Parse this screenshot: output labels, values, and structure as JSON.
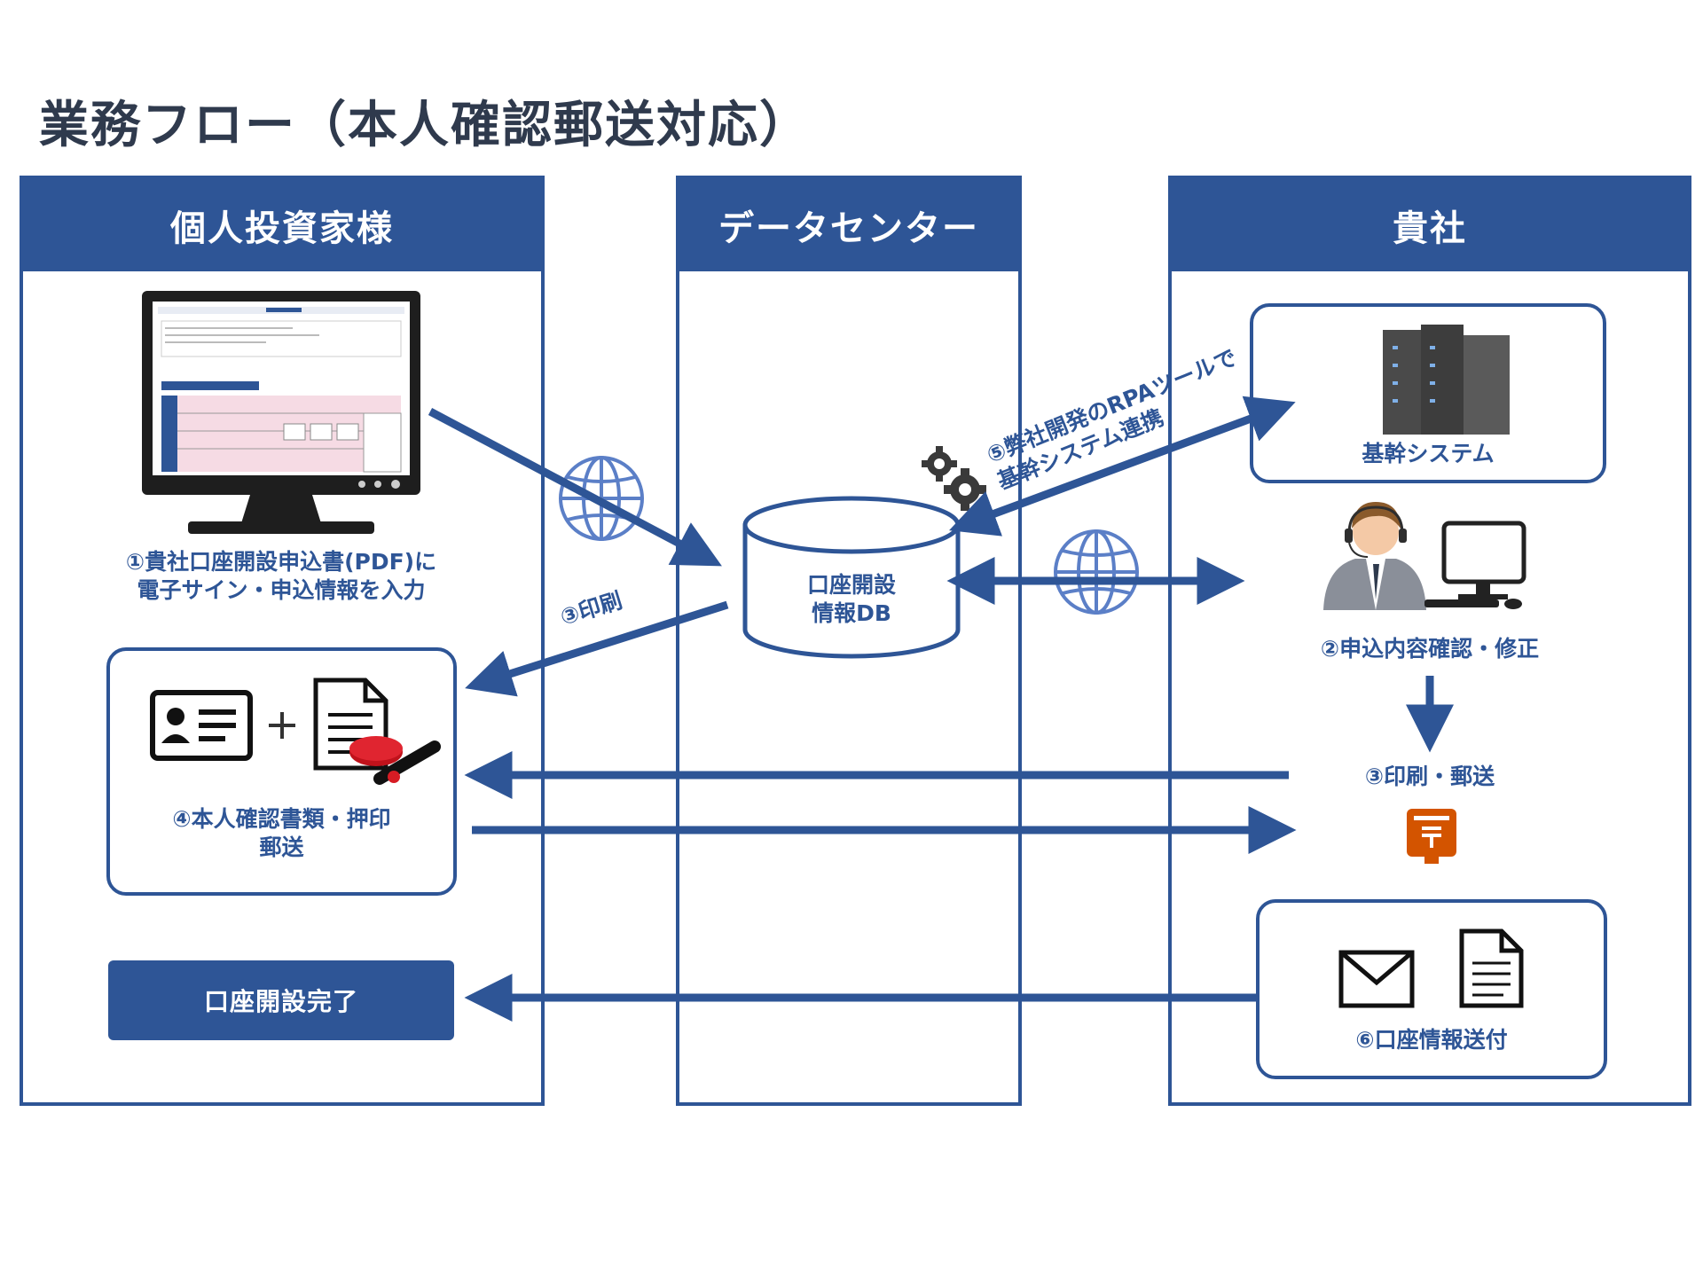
{
  "title": "業務フロー（本人確認郵送対応）",
  "lanes": {
    "investor": "個人投資家様",
    "datacenter": "データセンター",
    "company": "貴社"
  },
  "steps": {
    "step1": [
      "①貴社口座開設申込書(PDF)に",
      "電子サイン・申込情報を入力"
    ],
    "step2": "②申込内容確認・修正",
    "step3_company": "③印刷・郵送",
    "step3_dc": "③印刷",
    "step4": [
      "④本人確認書類・押印",
      "郵送"
    ],
    "step5": [
      "⑤弊社開発のRPAツールで",
      "基幹システム連携"
    ],
    "step6": "⑥口座情報送付",
    "db": [
      "口座開設",
      "情報DB"
    ],
    "core_system": "基幹システム",
    "done": "口座開設完了"
  },
  "icons": [
    "monitor-icon",
    "globe-icon",
    "gears-icon",
    "database-icon",
    "server-icon",
    "operator-icon",
    "computer-icon",
    "id-card-icon",
    "document-icon",
    "stamp-icon",
    "postbox-icon",
    "envelope-icon"
  ],
  "colors": {
    "primary": "#2e5596",
    "postbox": "#d35400"
  }
}
